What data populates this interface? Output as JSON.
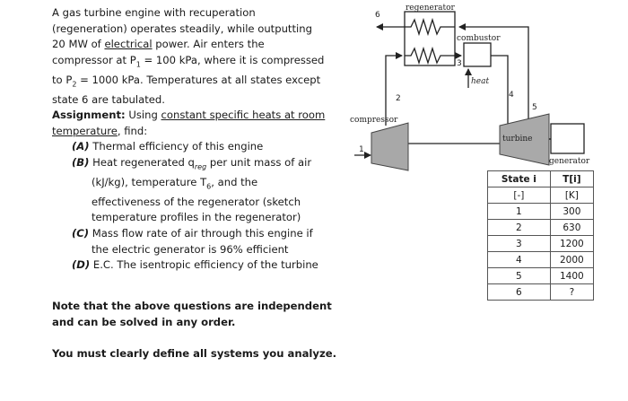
{
  "problem": {
    "intro_lines": [
      "A gas turbine engine with recuperation",
      "(regeneration) operates steadily, while outputting",
      "20 MW of ",
      "electrical",
      " power. Air enters the",
      "compressor at P",
      "1",
      " = 100 kPa, where it is compressed",
      "to P",
      "2",
      " = 1000 kPa. Temperatures at all states except",
      "state 6 are tabulated."
    ],
    "assignment_label": "Assignment:",
    "assignment_text_a": " Using ",
    "assignment_underlined": "constant specific heats at room",
    "assignment_underlined2": "temperature",
    "assignment_text_b": ", find:",
    "questions": [
      {
        "label": "(A)",
        "text": " Thermal efficiency of this engine"
      },
      {
        "label": "(B)",
        "text": " Heat regenerated q",
        "sub": "reg",
        "text2": " per unit mass of air",
        "cont": [
          "(kJ/kg), temperature T",
          "6",
          ", and the",
          "effectiveness of the regenerator (sketch",
          "temperature profiles in the regenerator)"
        ]
      },
      {
        "label": "(C)",
        "text": " Mass flow rate of air through this engine if",
        "cont": [
          "the electric generator is 96% efficient"
        ]
      },
      {
        "label": "(D)",
        "text": " E.C.  The isentropic efficiency of the turbine"
      }
    ],
    "note1": "Note that the above questions are independent",
    "note2": "and can be solved in any order.",
    "note3": "You must clearly define all systems you analyze."
  },
  "diagram": {
    "regenerator_label": "regenerator",
    "combustor_label": "combustor",
    "compressor_label": "compressor",
    "turbine_label": "turbine",
    "generator_label": "generator",
    "heat_label": "heat",
    "state_numbers": [
      "1",
      "2",
      "3",
      "4",
      "5",
      "6"
    ]
  },
  "table": {
    "headers": [
      "State i",
      "T[i]"
    ],
    "units": [
      "[-]",
      "[K]"
    ],
    "rows": [
      [
        "1",
        "300"
      ],
      [
        "2",
        "630"
      ],
      [
        "3",
        "1200"
      ],
      [
        "4",
        "2000"
      ],
      [
        "5",
        "1400"
      ],
      [
        "6",
        "?"
      ]
    ]
  },
  "colors": {
    "text": "#1a1a1a",
    "turbine_fill": "#a9a9a9",
    "compressor_fill": "#9e9e9e"
  }
}
